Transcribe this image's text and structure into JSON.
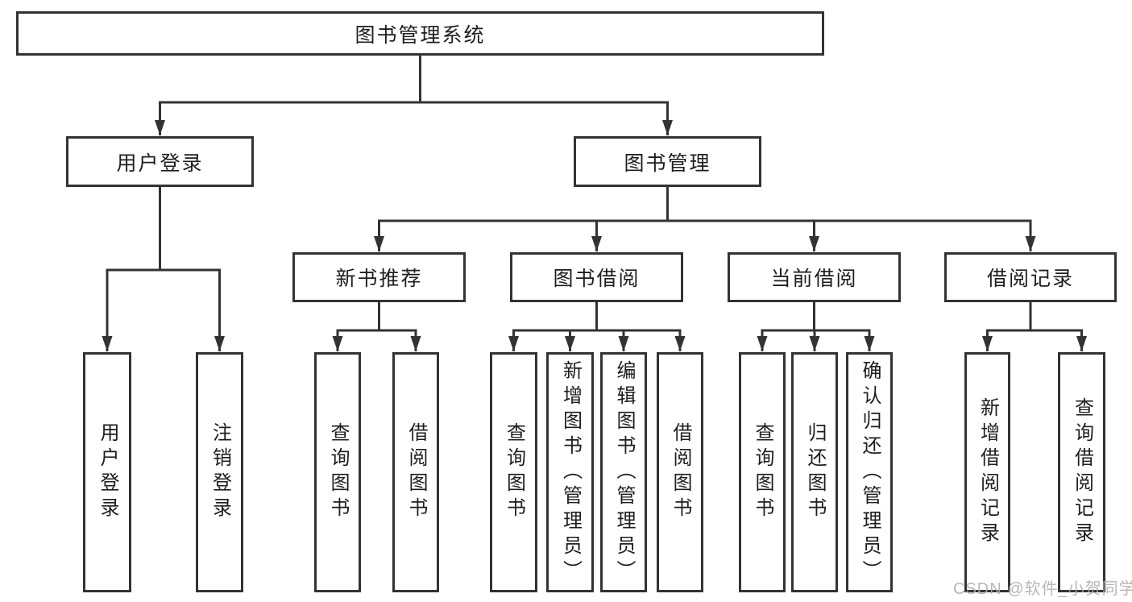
{
  "tree": {
    "root": {
      "label": "图书管理系统"
    },
    "level2": [
      {
        "label": "用户登录",
        "children": [
          {
            "label": "用户登录"
          },
          {
            "label": "注销登录"
          }
        ]
      },
      {
        "label": "图书管理",
        "children": [
          {
            "label": "新书推荐",
            "children": [
              {
                "label": "查询图书"
              },
              {
                "label": "借阅图书"
              }
            ]
          },
          {
            "label": "图书借阅",
            "children": [
              {
                "label": "查询图书"
              },
              {
                "label": "新增图书（管理员）"
              },
              {
                "label": "编辑图书（管理员）"
              },
              {
                "label": "借阅图书"
              }
            ]
          },
          {
            "label": "当前借阅",
            "children": [
              {
                "label": "查询图书"
              },
              {
                "label": "归还图书"
              },
              {
                "label": "确认归还（管理员）"
              }
            ]
          },
          {
            "label": "借阅记录",
            "children": [
              {
                "label": "新增借阅记录"
              },
              {
                "label": "查询借阅记录"
              }
            ]
          }
        ]
      }
    ]
  },
  "watermark": {
    "text": "CSDN @软件_小贺同学"
  },
  "colors": {
    "line": "#333333",
    "text": "#1e1e1e",
    "watermark": "#afafaf",
    "background": "#ffffff"
  }
}
